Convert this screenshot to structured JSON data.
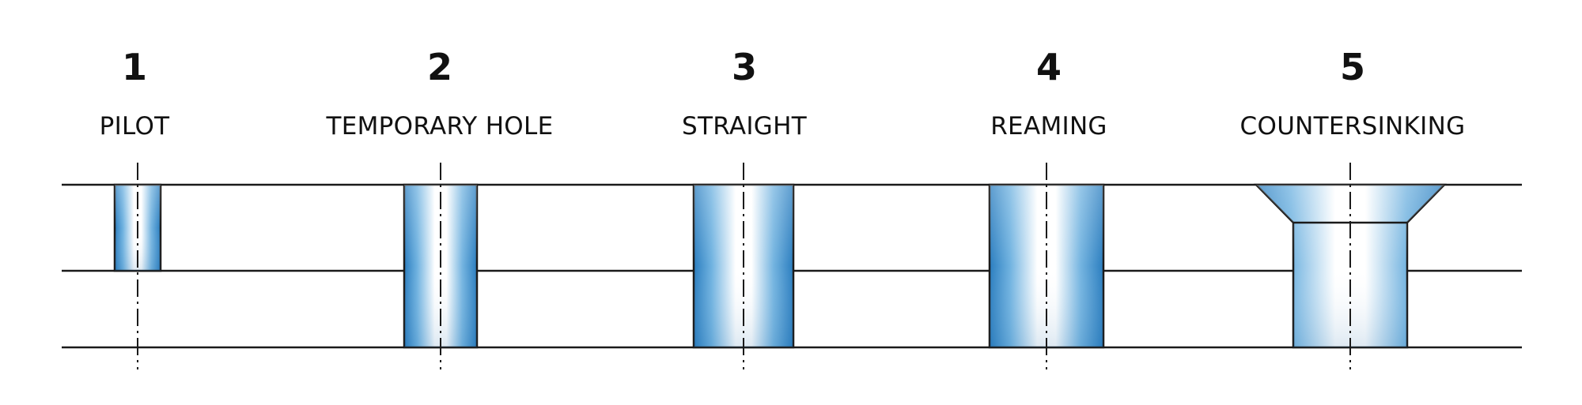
{
  "colors": {
    "line": "#1a1a1a",
    "hole_dark": "#2b7fc0",
    "hole_mid": "#6fb0de",
    "hole_light": "#ffffff"
  },
  "steps": [
    {
      "number": "1",
      "label": "PILOT",
      "icon": "pilot-hole-icon"
    },
    {
      "number": "2",
      "label": "TEMPORARY HOLE",
      "icon": "temporary-hole-icon"
    },
    {
      "number": "3",
      "label": "STRAIGHT",
      "icon": "straight-hole-icon"
    },
    {
      "number": "4",
      "label": "REAMING",
      "icon": "reamed-hole-icon"
    },
    {
      "number": "5",
      "label": "COUNTERSINKING",
      "icon": "countersunk-hole-icon"
    }
  ]
}
